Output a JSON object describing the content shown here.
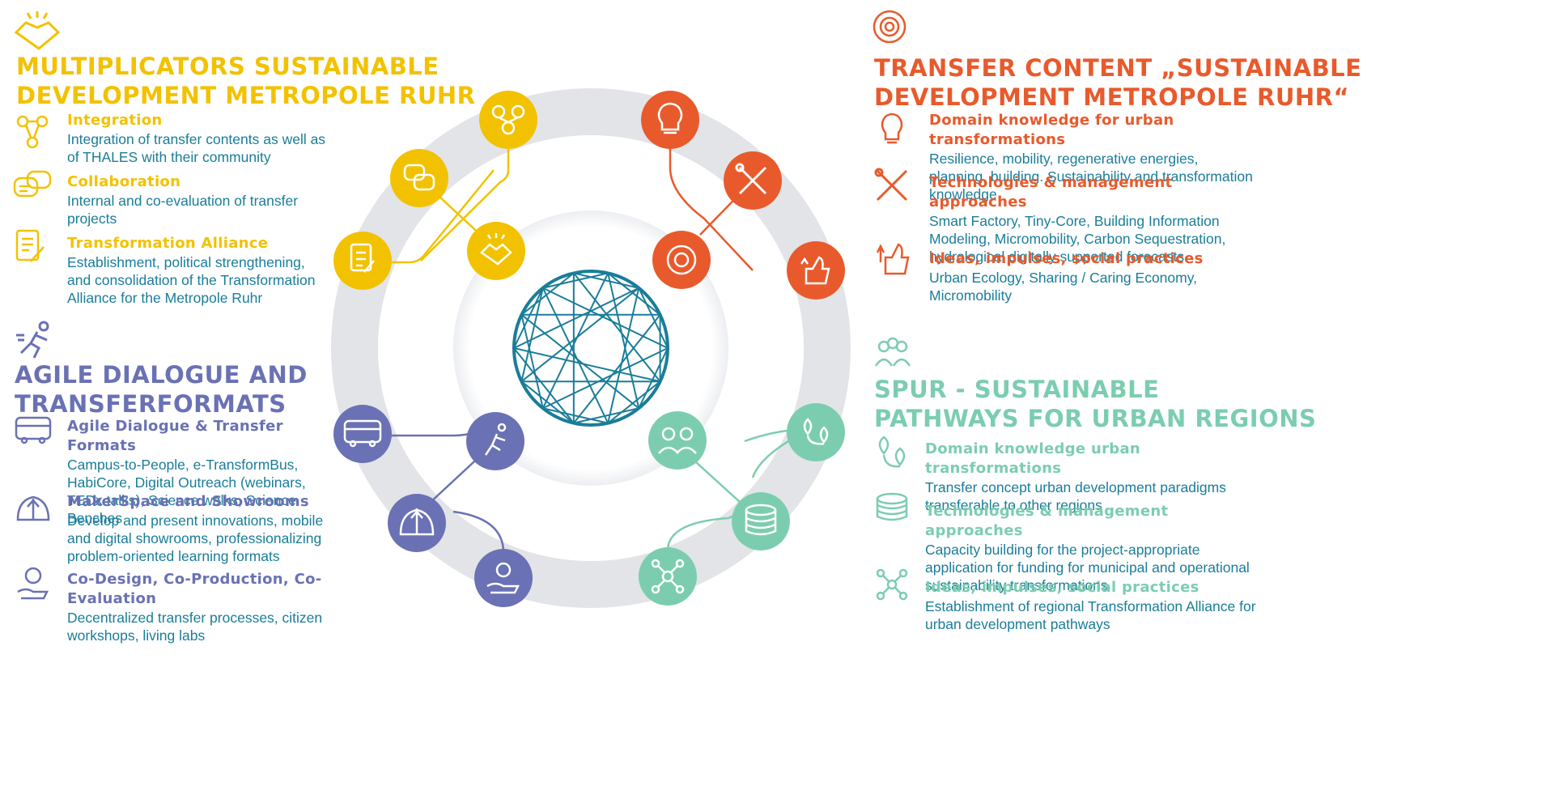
{
  "colors": {
    "yellow": "#f2c200",
    "orange": "#e85a2c",
    "purple": "#6a71b4",
    "green": "#7ccdb0",
    "teal": "#1a7d99",
    "ring": "#e2e4e8"
  },
  "multiplicators": {
    "title": "MULTIPLICATORS SUSTAINABLE\nDEVELOPMENT METROPOLE RUHR",
    "icon": "handshake-icon",
    "items": [
      {
        "title": "Integration",
        "desc": "Integration of transfer contents as well as of THALES with their community",
        "icon": "network-people-icon"
      },
      {
        "title": "Collaboration",
        "desc": "Internal and co-evaluation of transfer projects",
        "icon": "chat-bubbles-icon"
      },
      {
        "title": "Transformation Alliance",
        "desc": "Establishment, political strengthening, and consolidation of the Transformation Alliance for the Metropole Ruhr",
        "icon": "document-pen-icon"
      }
    ]
  },
  "agile": {
    "title": "AGILE DIALOGUE AND\nTRANSFERFORMATS",
    "icon": "running-person-icon",
    "items": [
      {
        "title": "Agile Dialogue & Transfer Formats",
        "desc": "Campus-to-People, e-TransformBus, HabiCore, Digital Outreach (webinars, TEDx talks), Science walks, Science Benches",
        "icon": "bus-icon"
      },
      {
        "title": "MakerSpace and Showrooms",
        "desc": "Develop and present innovations, mobile and digital showrooms, professionalizing problem-oriented learning formats",
        "icon": "gear-plant-icon"
      },
      {
        "title": "Co-Design, Co-Production, Co-Evaluation",
        "desc": "Decentralized transfer processes, citizen workshops, living labs",
        "icon": "hand-bulb-icon"
      }
    ]
  },
  "transfer": {
    "title": "TRANSFER CONTENT „SUSTAINABLE\nDEVELOPMENT METROPOLE RUHR“",
    "icon": "gear-icon",
    "items": [
      {
        "title": "Domain knowledge for urban transformations",
        "desc": "Resilience, mobility, regenerative energies, planning, building. Sustainability and transformation knowledge",
        "icon": "lightbulb-icon"
      },
      {
        "title": "Technologies & management approaches",
        "desc": "Smart Factory, Tiny-Core, Building Information Modeling, Micromobility, Carbon Sequestration, hydrological digitally supported forecasts",
        "icon": "wrench-screwdriver-icon"
      },
      {
        "title": "Ideas, impulses, social practices",
        "desc": "Urban Ecology, Sharing / Caring Economy, Micromobility",
        "icon": "thumbs-up-arrows-icon"
      }
    ]
  },
  "spur": {
    "title": "SPUR - SUSTAINABLE\nPATHWAYS FOR URBAN REGIONS",
    "icon": "community-people-icon",
    "items": [
      {
        "title": "Domain knowledge urban transformations",
        "desc": "Transfer concept urban development paradigms transferable to other regions",
        "icon": "map-pin-route-icon"
      },
      {
        "title": "Technologies & management approaches",
        "desc": "Capacity building for the project-appropriate application for funding for municipal and operational sustainability transformations",
        "icon": "coins-stack-icon"
      },
      {
        "title": "Ideas, impulses, social practices",
        "desc": "Establishment of regional Transformation Alliance for urban development pathways",
        "icon": "network-nodes-icon"
      }
    ]
  },
  "center": {
    "icon": "chord-network-icon"
  }
}
